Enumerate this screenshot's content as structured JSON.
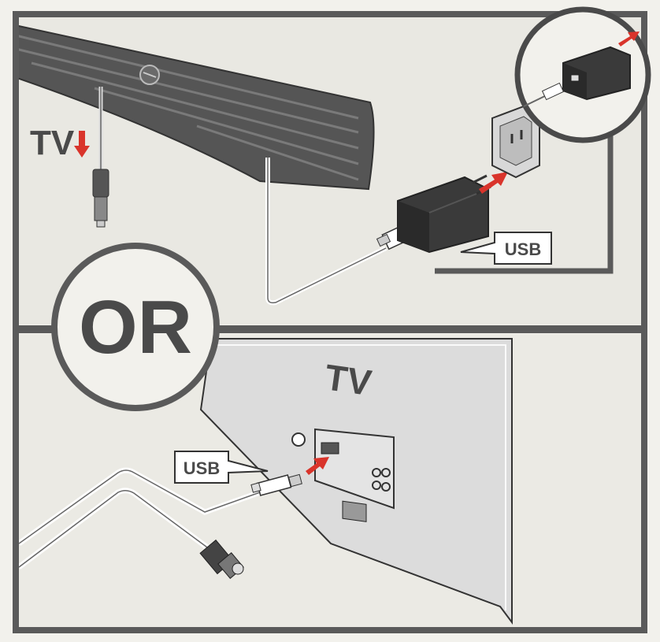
{
  "labels": {
    "tv_top": "TV",
    "usb_adapter": "USB",
    "or": "OR",
    "tv_panel": "TV",
    "usb_port": "USB"
  },
  "colors": {
    "frame": "#5a5a5a",
    "arrow": "#d9342b",
    "paper": "#f2f1ec",
    "device": "#3a3a3a",
    "panel": "#dcdcdc",
    "text": "#4a4a4a"
  }
}
